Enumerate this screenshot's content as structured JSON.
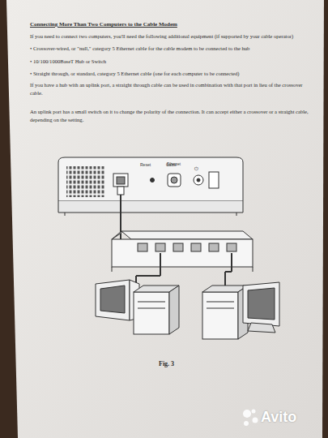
{
  "diagram": {
    "title": "Connecting More Than Two Computers to the Cable Modem",
    "caption": "Fig. 3",
    "nodes": [
      {
        "text": [
          "Ethernet",
          "Reset",
          "Cable"
        ]
      }
    ],
    "labels": [
      "If you need to connect two computers, you'll need the following additional equipment (if supported by your cable operator)",
      "• Crossover-wired, or \"null,\" category 5 Ethernet cable for the cable modem to be connected to the hub",
      "• 10/100/1000BaseT Hub or Switch",
      "• Straight through, or standard, category 5 Ethernet cable (one for each computer to be connected)",
      "If you have a hub with an uplink port, a straight through cable can be used in combination with that port in lieu of the crossover cable.",
      "An uplink port has a small switch on it to change the polarity of the connection. It can accept either a crossover or a straight cable, depending on the setting.",
      "Avito"
    ]
  }
}
